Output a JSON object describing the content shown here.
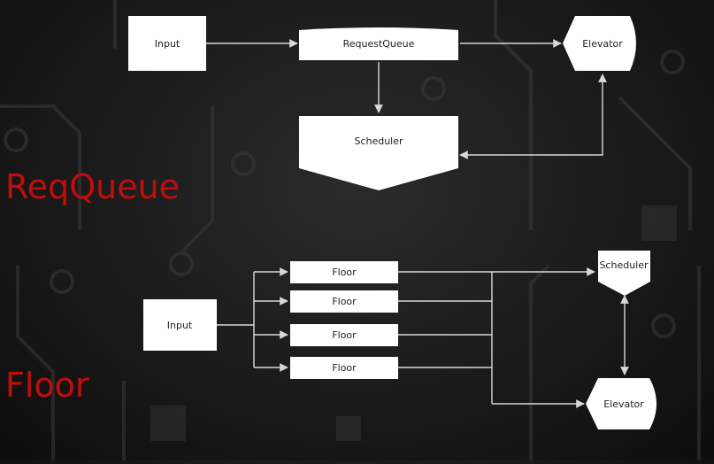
{
  "sections": {
    "reqqueue_label": "ReqQueue",
    "floor_label": "Floor"
  },
  "reqqueue_diagram": {
    "input": "Input",
    "request_queue": "RequestQueue",
    "elevator": "Elevator",
    "scheduler": "Scheduler"
  },
  "floor_diagram": {
    "input": "Input",
    "floors": [
      "Floor",
      "Floor",
      "Floor",
      "Floor"
    ],
    "scheduler": "Scheduler",
    "elevator": "Elevator"
  },
  "colors": {
    "label_red": "#c00d0d",
    "node_fill": "#ffffff",
    "edge": "#d8d8d8",
    "background": "#1a1a1a"
  }
}
